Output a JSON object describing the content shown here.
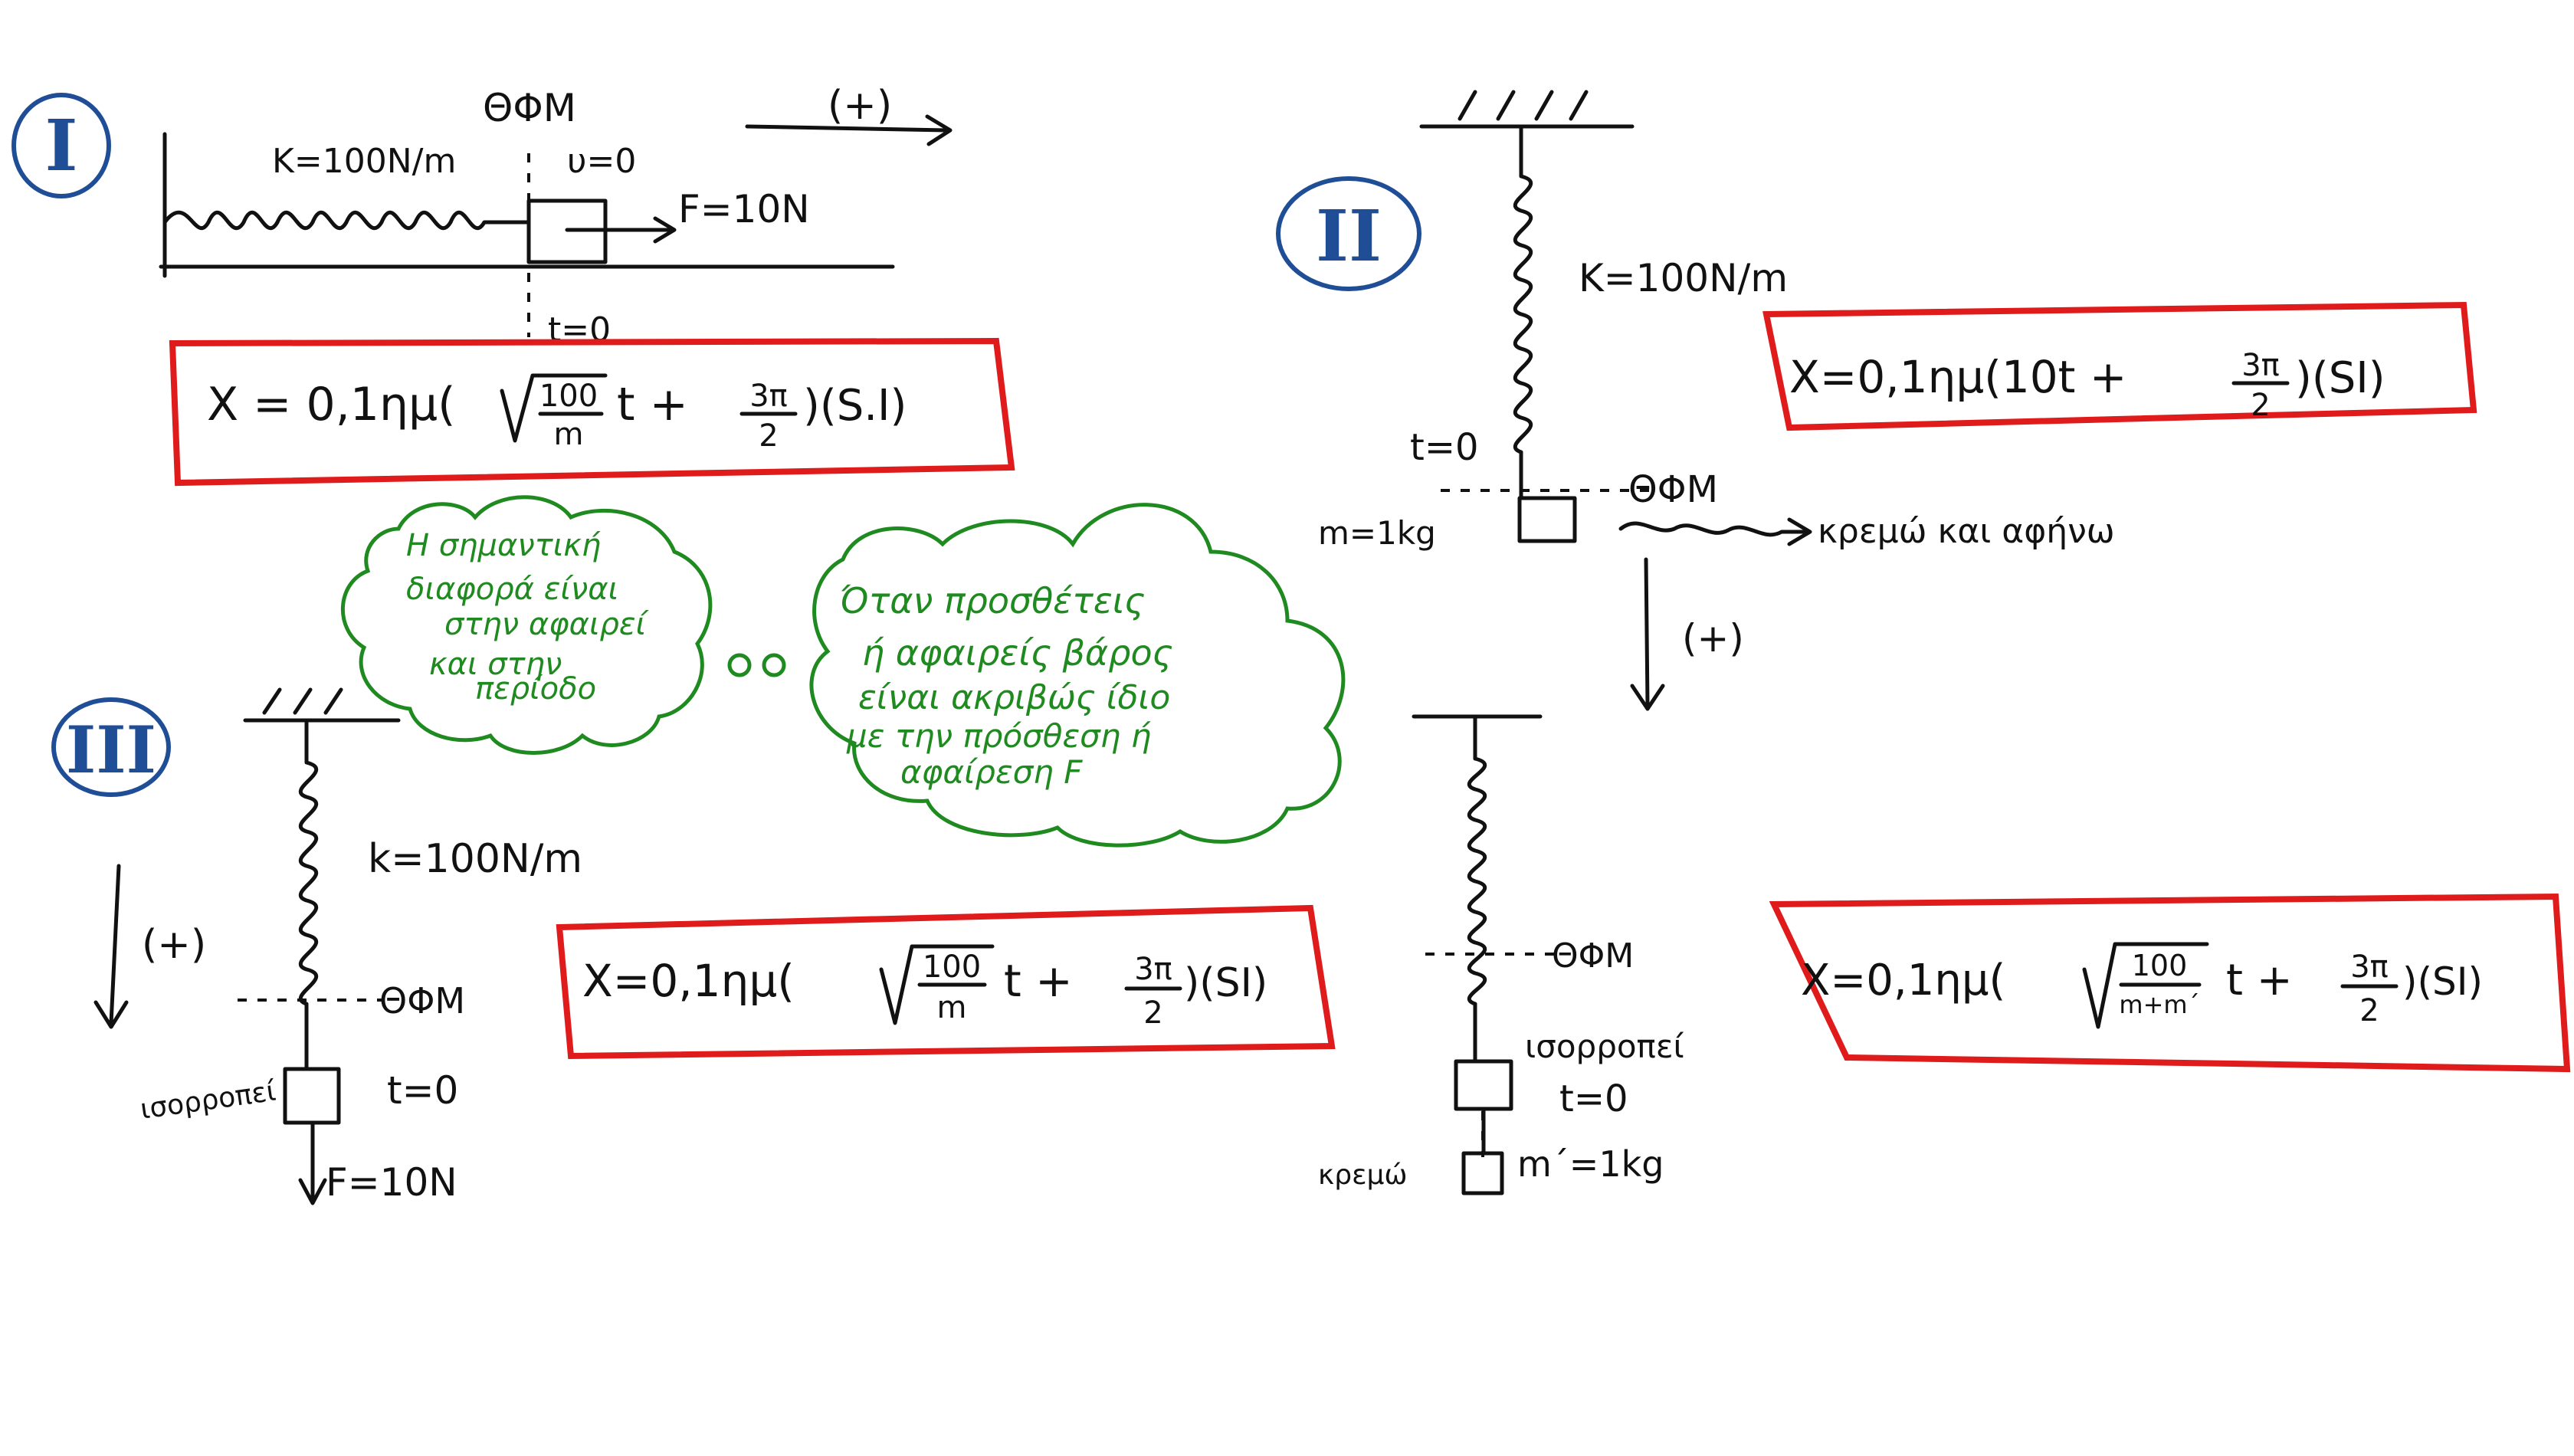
{
  "colors": {
    "ink": "#111111",
    "roman_numerals": "#1f4e96",
    "equation_boxes": "#e01b1b",
    "notes": "#1f8a1f"
  },
  "case1": {
    "numeral": "I",
    "equilibrium_label": "ΘΦΜ",
    "positive_label": "(+)",
    "spring_label": "K=100N/m",
    "velocity_label": "υ=0",
    "force_label": "F=10N",
    "time_label": "t=0",
    "equation": {
      "lhs": "X = 0,1ημ(",
      "sqrt_num": "100",
      "sqrt_den": "m",
      "t_plus": "t +",
      "phase_num": "3π",
      "phase_den": "2",
      "rhs": ")(S.I)"
    }
  },
  "case2": {
    "numeral": "II",
    "spring_label": "K=100N/m",
    "time_label": "t=0",
    "equilibrium_label": "ΘΦΜ",
    "mass_label": "m=1kg",
    "action_label": "κρεμώ και αφήνω",
    "positive_label": "(+)",
    "equation": {
      "lhs": "X=0,1ημ(10t +",
      "phase_num": "3π",
      "phase_den": "2",
      "rhs": ")(SI)"
    }
  },
  "case3": {
    "numeral": "III",
    "spring_label": "k=100N/m",
    "positive_label": "(+)",
    "equilibrium_label": "ΘΦΜ",
    "balance_label": "ισορροπεί",
    "time_label": "t=0",
    "force_label": "F=10N",
    "equation": {
      "lhs": "X=0,1ημ(",
      "sqrt_num": "100",
      "sqrt_den": "m",
      "t_plus": "t +",
      "phase_num": "3π",
      "phase_den": "2",
      "rhs": ")(SI)"
    }
  },
  "case4": {
    "equilibrium_label": "ΘΦΜ",
    "balance_label": "ισορροπεί",
    "time_label": "t=0",
    "hang_label": "κρεμώ",
    "mass_label": "m΄=1kg",
    "equation": {
      "lhs": "X=0,1ημ(",
      "sqrt_num": "100",
      "sqrt_den": "m+m΄",
      "t_plus": "t +",
      "phase_num": "3π",
      "phase_den": "2",
      "rhs": ")(SI)"
    }
  },
  "note_left": {
    "lines": [
      "Η σημαντική",
      "διαφορά είναι",
      "στην αφαιρεί",
      "και στην",
      "περίοδο"
    ]
  },
  "note_right": {
    "lines": [
      "Όταν προσθέτεις",
      "ή αφαιρείς βάρος",
      "είναι ακριβώς ίδιο",
      "με την πρόσθεση ή",
      "αφαίρεση F"
    ]
  }
}
